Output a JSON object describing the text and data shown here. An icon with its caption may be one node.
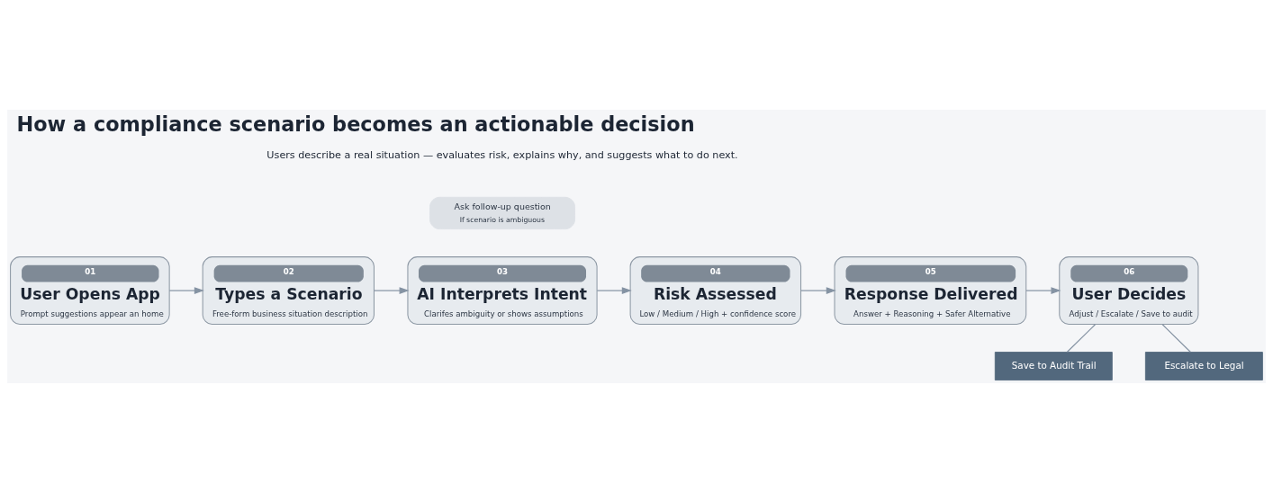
{
  "diagram": {
    "title": "How a compliance scenario becomes an actionable decision",
    "nodes": [
      {
        "text": [
          "01",
          "User Opens App",
          "Prompt suggestions appear an home"
        ]
      },
      {
        "text": [
          "02",
          "Types a Scenario",
          "Free-form business situation description"
        ]
      },
      {
        "text": [
          "03",
          "AI Interprets Intent",
          "Clarifes ambiguity or shows assumptions"
        ]
      },
      {
        "text": [
          "04",
          "Risk Assessed",
          "Low / Medium / High + confidence score"
        ]
      },
      {
        "text": [
          "05",
          "Response Delivered",
          "Answer + Reasoning + Safer Alternative"
        ]
      },
      {
        "text": [
          "06",
          "User Decides",
          "Adjust / Escalate / Save to audit"
        ]
      },
      {
        "text": [
          "Save to Audit Trail"
        ]
      },
      {
        "text": [
          "Escalate to Legal"
        ]
      },
      {
        "text": [
          "Ask follow-up question",
          "If scenario is ambiguous"
        ]
      }
    ],
    "edges": [
      {
        "from": 0,
        "to": 1,
        "arrow": "to"
      },
      {
        "from": 1,
        "to": 2,
        "arrow": "to"
      },
      {
        "from": 2,
        "to": 3,
        "arrow": "to"
      },
      {
        "from": 3,
        "to": 4,
        "arrow": "to"
      },
      {
        "from": 4,
        "to": 5,
        "arrow": "to"
      },
      {
        "from": 5,
        "to": 6,
        "arrow": "none"
      },
      {
        "from": 5,
        "to": 7,
        "arrow": "none"
      }
    ],
    "labels": [
      "Users describe a real situation — evaluates risk, explains why, and suggests what to do next."
    ]
  }
}
